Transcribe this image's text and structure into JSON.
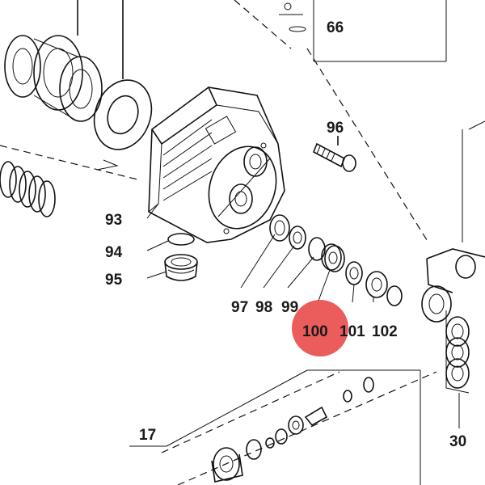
{
  "diagram": {
    "highlight_color": "#e8403f",
    "highlighted_part": "100",
    "labels": {
      "p66": "66",
      "p96": "96",
      "p93": "93",
      "p94": "94",
      "p95": "95",
      "p97": "97",
      "p98": "98",
      "p99": "99",
      "p100": "100",
      "p101": "101",
      "p102": "102",
      "p17": "17",
      "p30": "30"
    }
  }
}
